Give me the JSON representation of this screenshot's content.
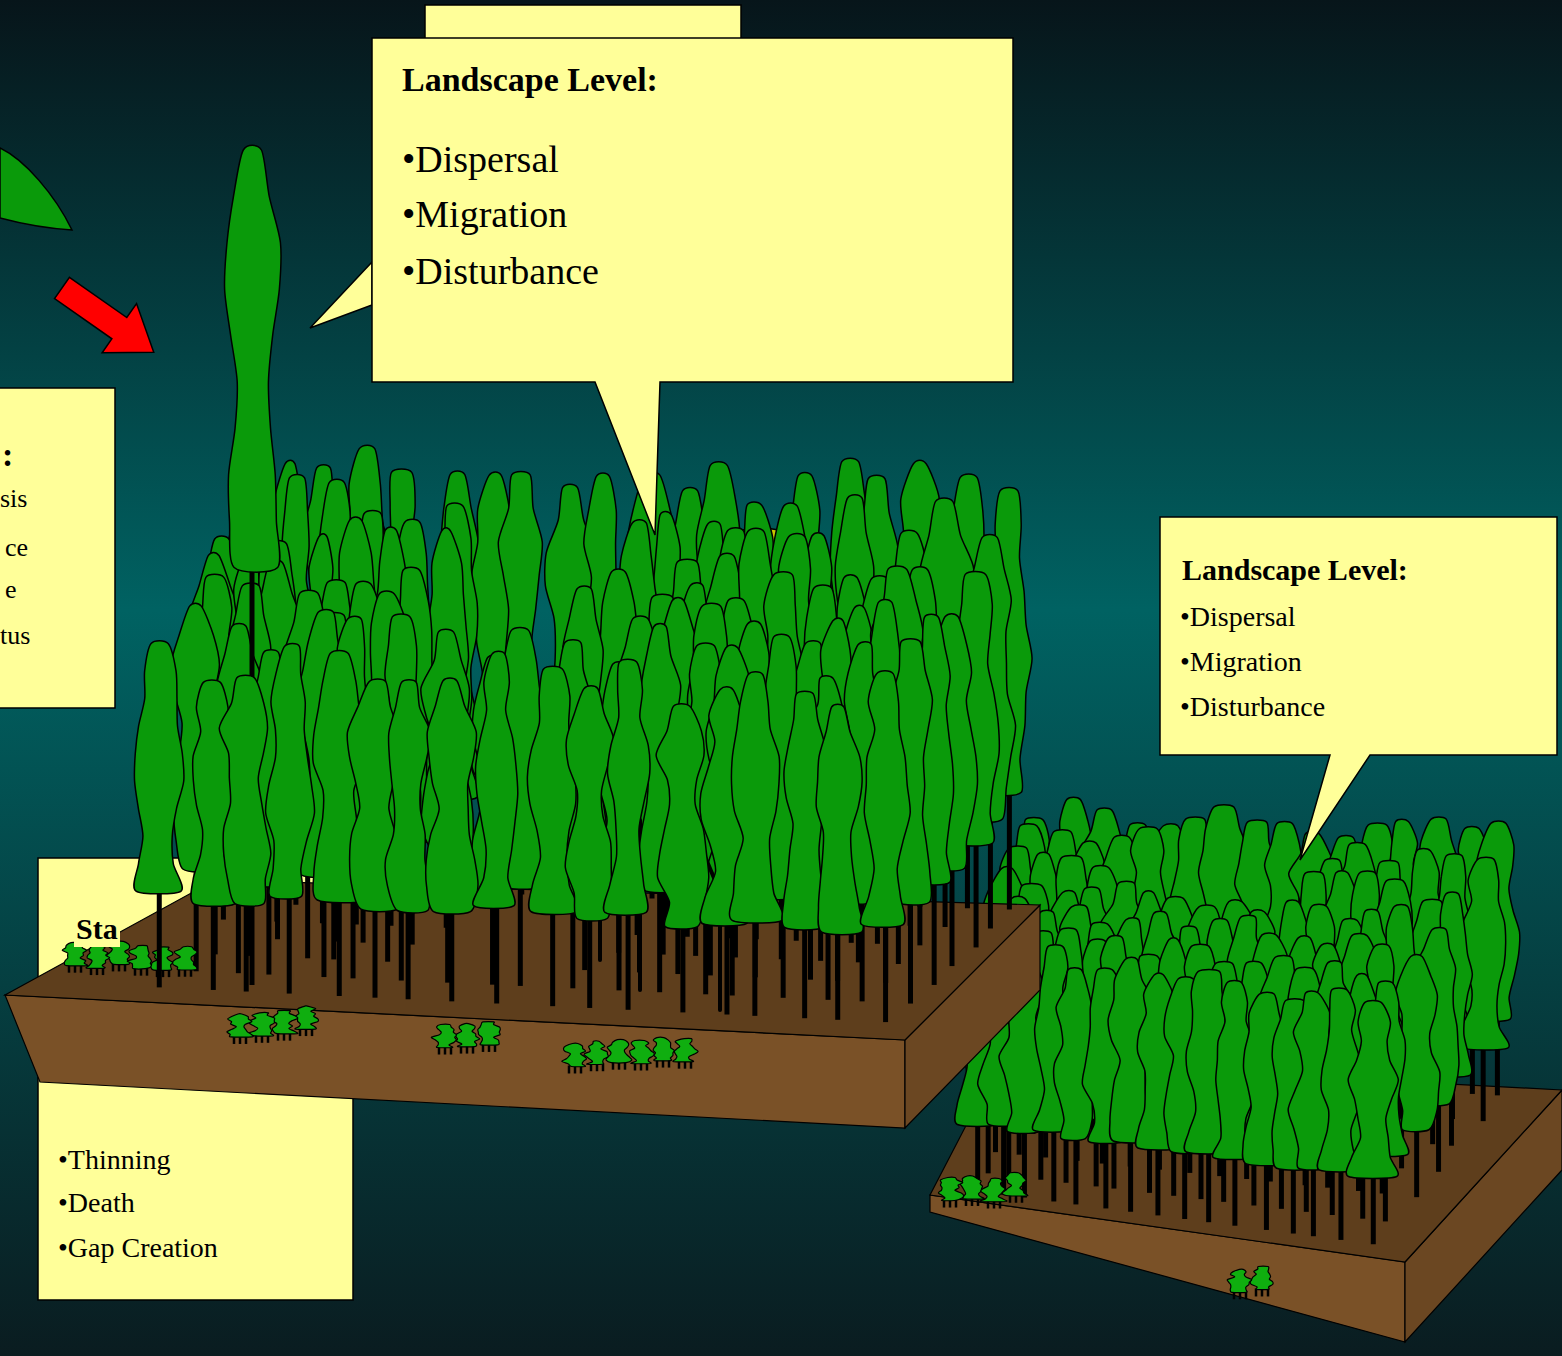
{
  "diagram": {
    "nodes": [
      {
        "text": [
          "Landscape Level:",
          "•Dispersal",
          "•Migration",
          "•Disturbance"
        ]
      },
      {
        "text": [
          ":",
          "sis",
          "ce",
          "e",
          "tus"
        ]
      },
      {
        "text": [
          "Landscape Level:",
          "•Dispersal",
          "•Migration",
          "•Disturbance"
        ]
      },
      {
        "text": [
          "Sta",
          "•Thinning",
          "•Death",
          "•Gap Creation"
        ]
      }
    ]
  }
}
